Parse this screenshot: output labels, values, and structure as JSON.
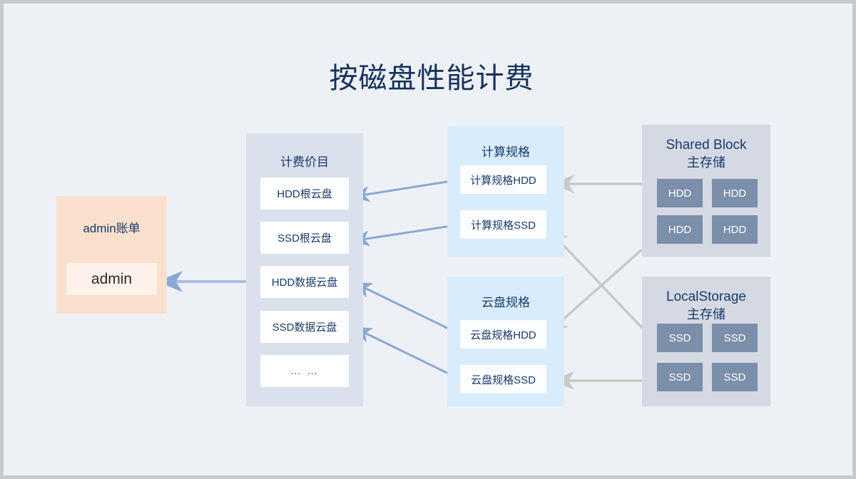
{
  "page": {
    "title": "按磁盘性能计费",
    "background": "#edf1f5",
    "title_color": "#16315c"
  },
  "admin_panel": {
    "title": "admin账单",
    "color": "#fae0cd",
    "account": "admin"
  },
  "billing_panel": {
    "title": "计费价目",
    "color": "#dae0ec",
    "items": [
      {
        "label": "HDD根云盘"
      },
      {
        "label": "SSD根云盘"
      },
      {
        "label": "HDD数据云盘"
      },
      {
        "label": "SSD数据云盘"
      },
      {
        "label": "… …"
      }
    ]
  },
  "compute_spec_panel": {
    "title": "计算规格",
    "color": "#d8ecfb",
    "items": [
      {
        "label": "计算规格HDD"
      },
      {
        "label": "计算规格SSD"
      }
    ]
  },
  "disk_spec_panel": {
    "title": "云盘规格",
    "color": "#d8ecfb",
    "items": [
      {
        "label": "云盘规格HDD"
      },
      {
        "label": "云盘规格SSD"
      }
    ]
  },
  "shared_block_panel": {
    "title_line1": "Shared Block",
    "title_line2": "主存储",
    "color": "#d4d9e3",
    "chip_color": "#7b8eaa",
    "disks": [
      "HDD",
      "HDD",
      "HDD",
      "HDD"
    ]
  },
  "local_storage_panel": {
    "title_line1": "LocalStorage",
    "title_line2": "主存储",
    "color": "#d4d9e3",
    "chip_color": "#7b8eaa",
    "disks": [
      "SSD",
      "SSD",
      "SSD",
      "SSD"
    ]
  },
  "connectors": {
    "blue_color": "#8aa7d6",
    "gray_color": "#c9c8c4",
    "edges": [
      {
        "from": "计费价目",
        "to": "admin",
        "style": "blue"
      },
      {
        "from": "计算规格HDD",
        "to": "HDD根云盘",
        "style": "blue"
      },
      {
        "from": "计算规格SSD",
        "to": "SSD根云盘",
        "style": "blue"
      },
      {
        "from": "云盘规格HDD",
        "to": "HDD数据云盘",
        "style": "blue"
      },
      {
        "from": "云盘规格SSD",
        "to": "SSD数据云盘",
        "style": "blue"
      },
      {
        "from": "Shared Block 主存储",
        "to": "计算规格HDD",
        "style": "gray"
      },
      {
        "from": "Shared Block 主存储",
        "to": "云盘规格HDD",
        "style": "gray"
      },
      {
        "from": "LocalStorage 主存储",
        "to": "计算规格SSD",
        "style": "gray"
      },
      {
        "from": "LocalStorage 主存储",
        "to": "云盘规格SSD",
        "style": "gray"
      }
    ]
  }
}
